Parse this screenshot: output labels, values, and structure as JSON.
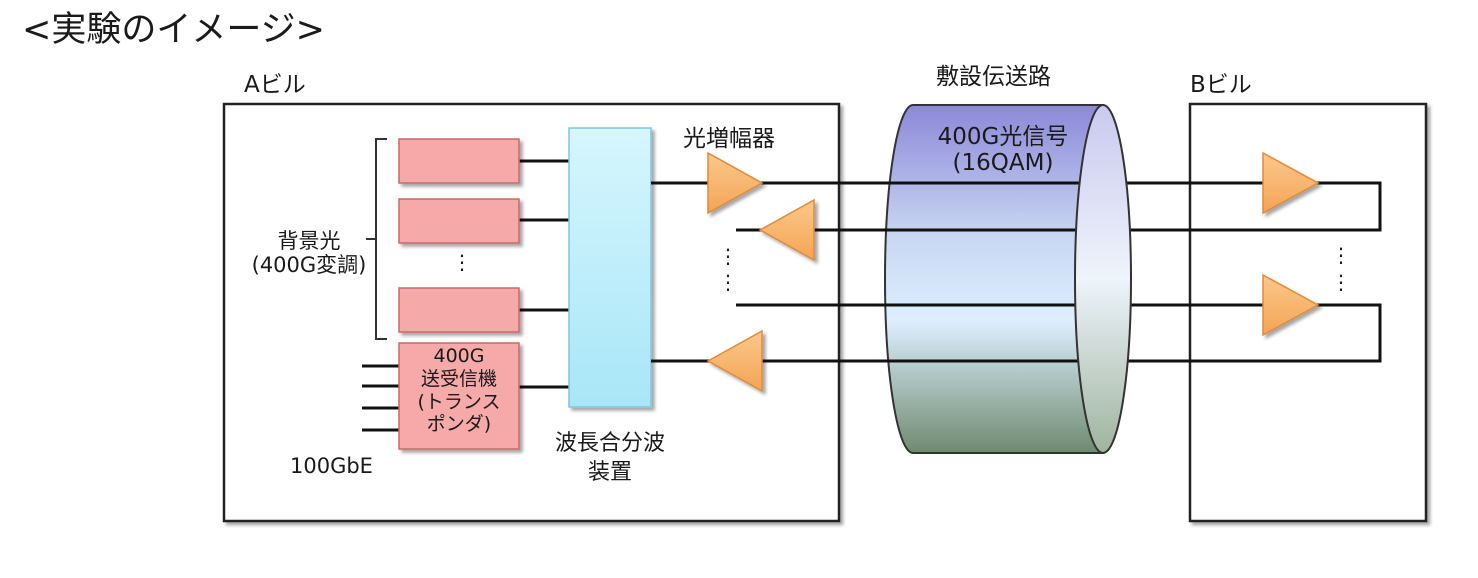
{
  "header": {
    "title": "<実験のイメージ>"
  },
  "diagram": {
    "building_a": "Aビル",
    "building_b": "Bビル",
    "cable_label": "敷設伝送路",
    "signal_line1": "400G光信号",
    "signal_line2": "(16QAM)",
    "amplifier_label": "光増幅器",
    "background_line1": "背景光",
    "background_line2": "(400G変調)",
    "transceiver_lines": [
      "400G",
      "送受信機",
      "(トランス",
      "ポンダ)"
    ],
    "ethernet_label": "100GbE",
    "wdm_line1": "波長合分波",
    "wdm_line2": "装置",
    "dots": "⋮",
    "colors": {
      "modulator_fill": "#f5a9a9",
      "wdm_fill": "#b9eefb",
      "amplifier_fill": "#f8b36a",
      "cable_top": "#8c88d8",
      "cable_bottom": "#6f8a70"
    }
  }
}
